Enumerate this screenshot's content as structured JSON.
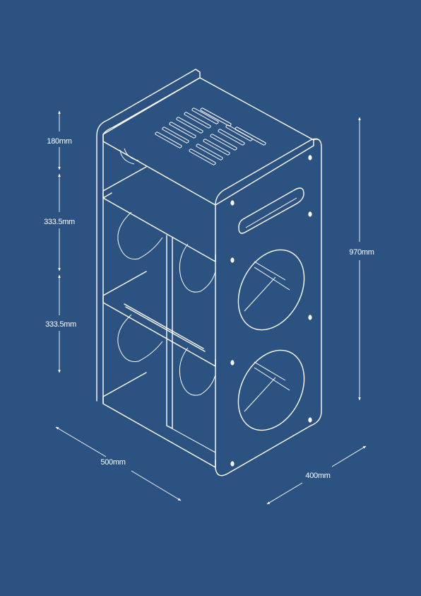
{
  "colors": {
    "background": "#2c5282",
    "line": "#ffffff"
  },
  "dimensions": {
    "top_section": "180mm",
    "middle_section": "333.5mm",
    "bottom_section": "333.5mm",
    "total_height": "970mm",
    "width": "500mm",
    "depth": "400mm"
  }
}
